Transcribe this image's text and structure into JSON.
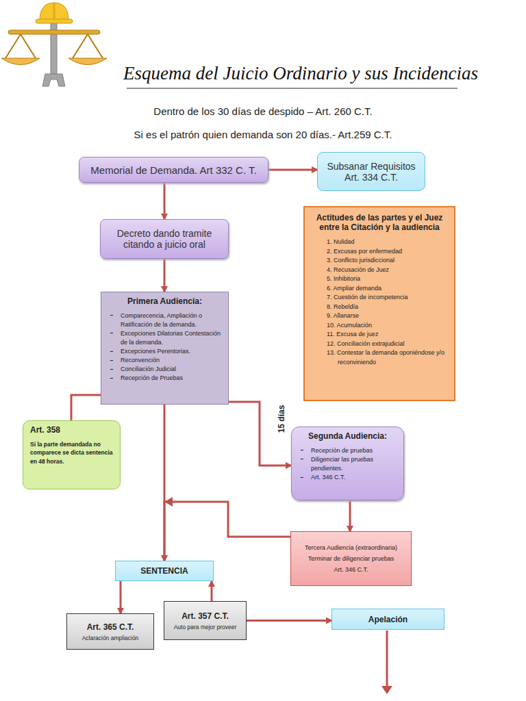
{
  "diagram": {
    "title": "Esquema del Juicio Ordinario y sus Incidencias",
    "nodes": [
      {
        "text": [
          "Memorial de Demanda. Art 332 C. T."
        ]
      },
      {
        "text": [
          "Subsanar Requisitos Art. 334 C.T."
        ]
      },
      {
        "text": [
          "Actitudes de las partes y el Juez entre la Citación y la audiencia",
          "1. Nulidad",
          "2. Excusas por enfermedad",
          "3. Conflicto jurisdiccional",
          "4. Recusación de Juez",
          "5. Inhibitoria",
          "6. Ampliar demanda",
          "7. Cuestión de incompetencia",
          "8. Rebeldía",
          "9. Allanarse",
          "10. Acumulación",
          "11. Excusa de juez",
          "12. Conciliación extrajudicial",
          "13. Contestar la demanda oponiéndose y/o reconviniendo"
        ]
      },
      {
        "text": [
          "Decreto dando tramite citando a juicio oral"
        ]
      },
      {
        "text": [
          "Primera Audiencia:",
          "Comparecencia, Ampliación o Ratificación de la demanda.",
          "Excepciones Dilatorias Contestación de la demanda.",
          "Excepciones Perentorias.",
          "Reconvención",
          "Conciliación Judicial",
          "Recepción de Pruebas"
        ]
      },
      {
        "text": [
          "Art. 358",
          "Si la parte demandada no comparece se dicta sentencia en 48 horas."
        ]
      },
      {
        "text": [
          "Segunda Audiencia:",
          "Recepción de pruebas",
          "Diligenciar las pruebas pendientes.",
          "Art. 346 C.T."
        ]
      },
      {
        "text": [
          "Tercera Audiencia (extraordinaria)",
          "Terminar de diligenciar pruebas",
          "Art. 346 C.T."
        ]
      },
      {
        "text": [
          "SENTENCIA"
        ]
      },
      {
        "text": [
          "Art. 365 C.T.",
          "Aclaración ampliación"
        ]
      },
      {
        "text": [
          "Art. 357 C.T.",
          "Auto para mejor proveer"
        ]
      },
      {
        "text": [
          "Apelación"
        ]
      }
    ],
    "edges": [
      {
        "from": 0,
        "to": 1,
        "arrow": "to"
      },
      {
        "from": 0,
        "to": 3,
        "arrow": "to"
      },
      {
        "from": 3,
        "to": 4,
        "arrow": "to"
      },
      {
        "from": 4,
        "to": 5,
        "arrow": "none"
      },
      {
        "from": 4,
        "to": 6,
        "label": "15 días",
        "arrow": "to"
      },
      {
        "from": 6,
        "to": 7,
        "arrow": "to"
      },
      {
        "from": 7,
        "to": 8,
        "arrow": "to"
      },
      {
        "from": 4,
        "to": 8,
        "arrow": "to"
      },
      {
        "from": 10,
        "to": 8,
        "arrow": "to"
      },
      {
        "from": 8,
        "to": 9,
        "arrow": "to"
      },
      {
        "from": 10,
        "to": 11,
        "arrow": "to"
      }
    ],
    "labels": [
      "Dentro de los 30 días de despido – Art. 260 C.T.",
      "Si es el patrón quien demanda son 20 días.- Art.259 C.T."
    ]
  }
}
